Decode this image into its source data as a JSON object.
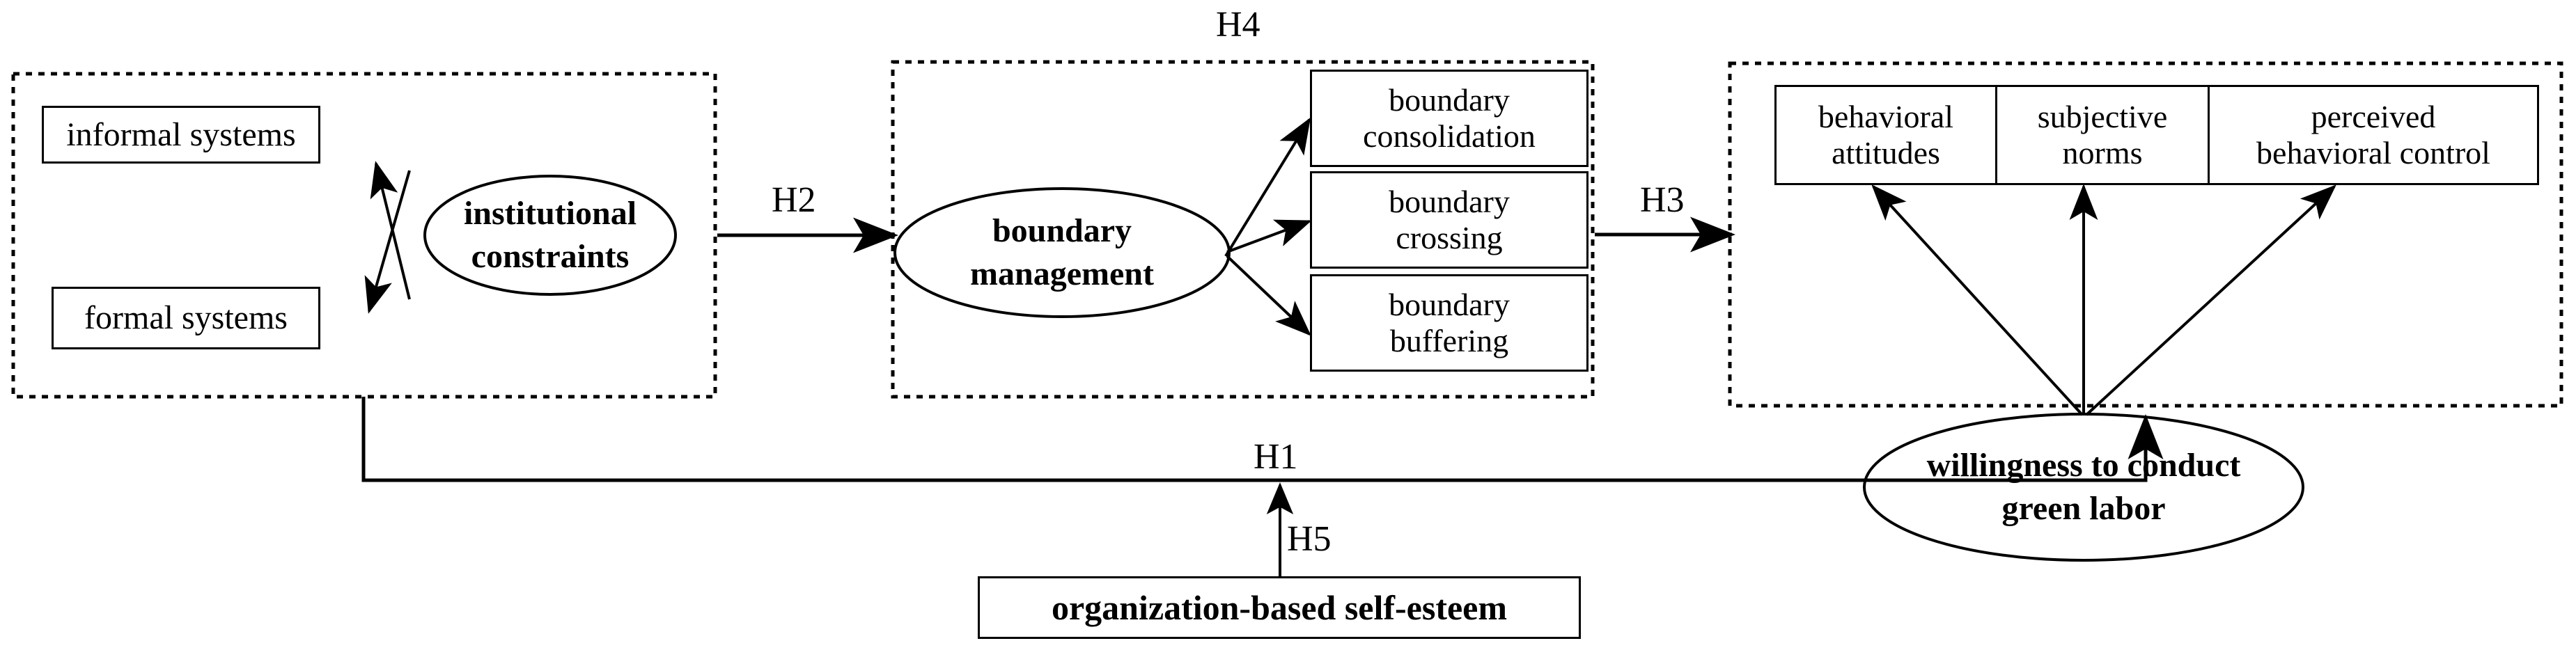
{
  "diagram": {
    "title": "",
    "type": "conceptual-research-model",
    "stroke_color": "#000000",
    "background_color": "#ffffff"
  },
  "groups": [
    {
      "id": "institutional-group",
      "label": "",
      "border": "dotted"
    },
    {
      "id": "boundary-group",
      "label": "H4",
      "border": "dotted"
    },
    {
      "id": "tpb-group",
      "label": "",
      "border": "dotted"
    }
  ],
  "nodes": {
    "informal_systems": "informal  systems",
    "formal_systems": "formal systems",
    "institutional_constraints_line1": "institutional",
    "institutional_constraints_line2": "constraints",
    "boundary_management_line1": "boundary",
    "boundary_management_line2": "management",
    "boundary_consolidation_line1": "boundary",
    "boundary_consolidation_line2": "consolidation",
    "boundary_crossing_line1": "boundary",
    "boundary_crossing_line2": "crossing",
    "boundary_buffering_line1": "boundary",
    "boundary_buffering_line2": "buffering",
    "behavioral_attitudes_line1": "behavioral",
    "behavioral_attitudes_line2": "attitudes",
    "subjective_norms_line1": "subjective",
    "subjective_norms_line2": "norms",
    "perceived_behavioral_control_line1": "perceived",
    "perceived_behavioral_control_line2": "behavioral control",
    "willingness_line1": "willingness to conduct",
    "willingness_line2": "green labor",
    "organization_based_self_esteem": "organization-based self-esteem"
  },
  "hypotheses": {
    "h1": "H1",
    "h2": "H2",
    "h3": "H3",
    "h4": "H4",
    "h5": "H5"
  }
}
